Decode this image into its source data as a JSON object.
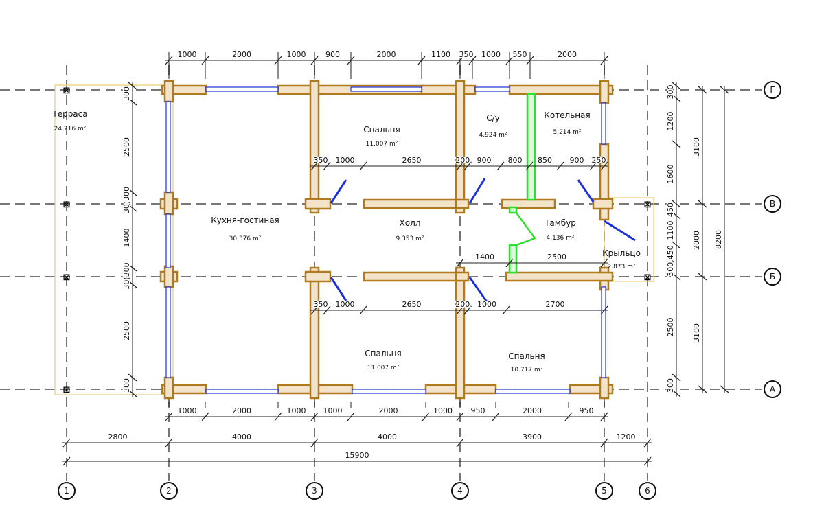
{
  "axes": {
    "columns": [
      "1",
      "2",
      "3",
      "4",
      "5",
      "6"
    ],
    "rows": [
      "Г",
      "В",
      "Б",
      "А"
    ]
  },
  "rooms": [
    {
      "name": "Терраса",
      "area": "24.216 m²"
    },
    {
      "name": "Спальня",
      "area": "11.007 m²"
    },
    {
      "name": "С/у",
      "area": "4.924 m²"
    },
    {
      "name": "Котельная",
      "area": "5.214 m²"
    },
    {
      "name": "Кухня-гостиная",
      "area": "30.376 m²"
    },
    {
      "name": "Холл",
      "area": "9.353 m²"
    },
    {
      "name": "Тамбур",
      "area": "4.136 m²"
    },
    {
      "name": "Крыльцо",
      "area": "2.873 m²"
    },
    {
      "name": "Спальня",
      "area": "11.007 m²"
    },
    {
      "name": "Спальня",
      "area": "10.717 m²"
    }
  ],
  "dimensions": {
    "top": [
      "1000",
      "2000",
      "1000",
      "900",
      "2000",
      "1100",
      "350",
      "1000",
      "550",
      "2000"
    ],
    "bottom": [
      "1000",
      "2000",
      "1000",
      "1000",
      "2000",
      "1000",
      "950",
      "2000",
      "950"
    ],
    "axes_chain": [
      "2800",
      "4000",
      "4000",
      "3900",
      "1200"
    ],
    "overall": "15900",
    "left": [
      "300",
      "2500",
      "30(300",
      "1400",
      "30(300",
      "2500",
      "300"
    ],
    "right_inner": [
      "300",
      "1200",
      "1600",
      "450",
      "1100",
      "300,450",
      "2500",
      "300"
    ],
    "right_mid": [
      "3100",
      "2000",
      "3100"
    ],
    "right_overall": "8200",
    "interior_upper": [
      "350",
      "1000",
      "2650",
      "200.",
      "900",
      "800",
      "850",
      "900",
      "250"
    ],
    "interior_lower": [
      "350",
      "1000",
      "2650",
      "200.",
      "1000",
      "2700"
    ],
    "vestibule": [
      "1400",
      "2500"
    ]
  }
}
